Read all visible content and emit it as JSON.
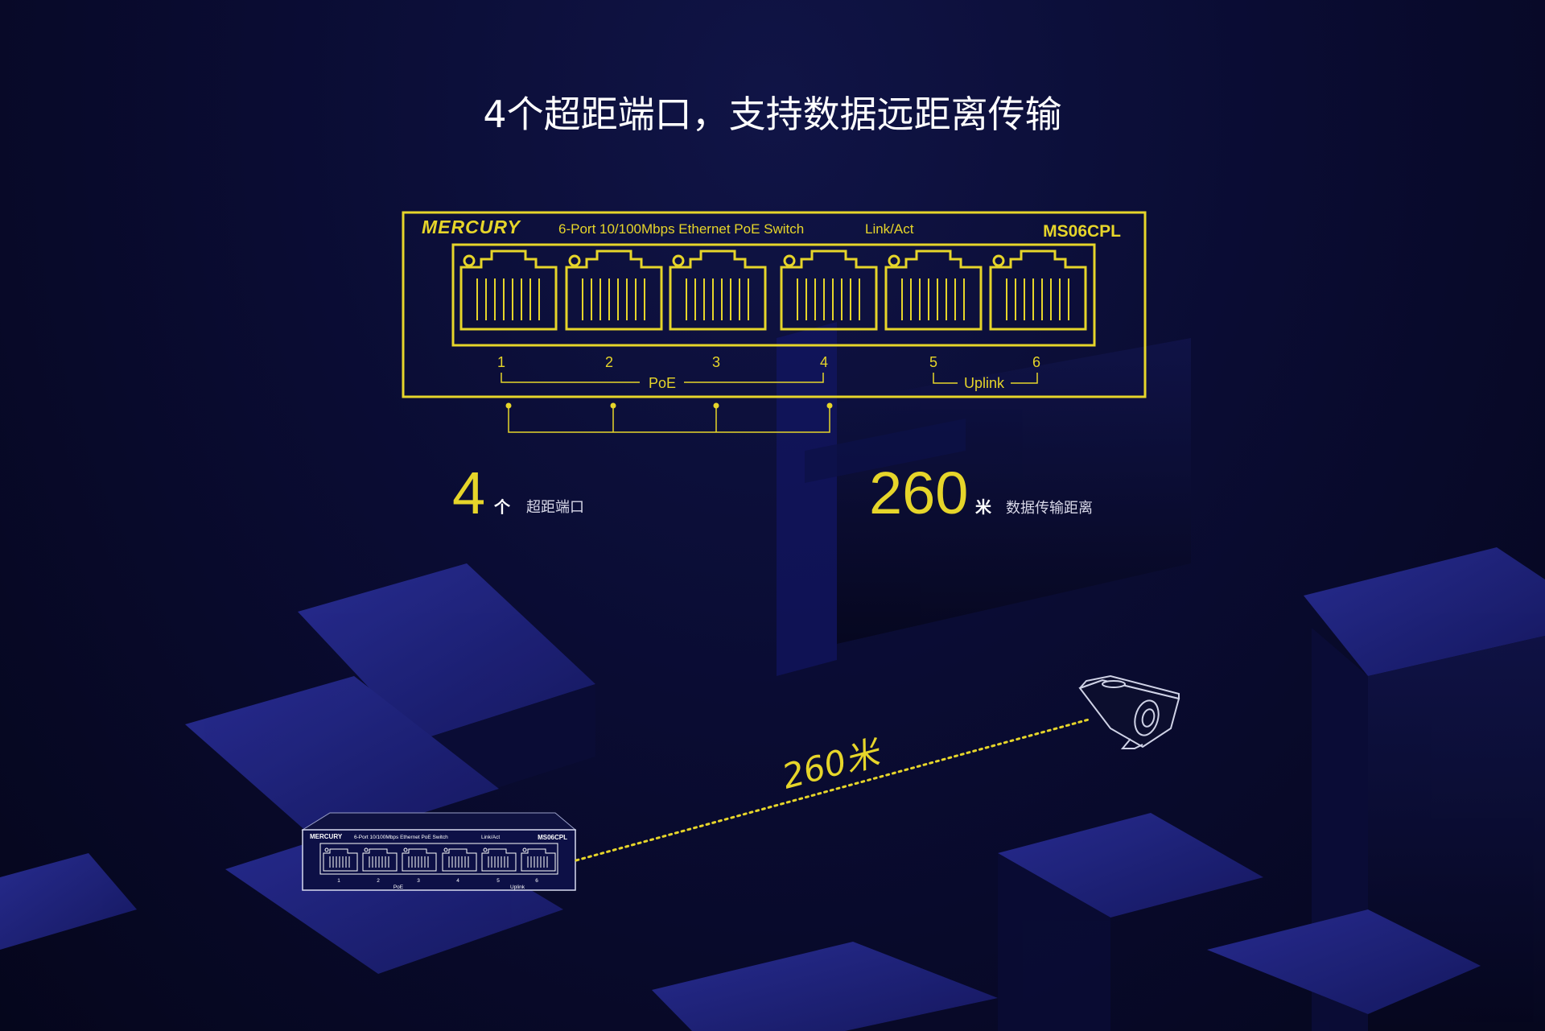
{
  "headline": "4个超距端口，支持数据远距离传输",
  "colors": {
    "accent": "#e6d52a",
    "background": "#0a0c33",
    "text": "#ffffff"
  },
  "switch_panel": {
    "brand": "MERCURY",
    "description": "6-Port 10/100Mbps Ethernet PoE Switch",
    "indicator_label": "Link/Act",
    "model": "MS06CPL",
    "ports": [
      "1",
      "2",
      "3",
      "4",
      "5",
      "6"
    ],
    "poe_label": "PoE",
    "uplink_label": "Uplink"
  },
  "stats": [
    {
      "value": "4",
      "unit": "个",
      "label": "超距端口"
    },
    {
      "value": "260",
      "unit": "米",
      "label": "数据传输距离"
    }
  ],
  "distance_label": "260米",
  "icons": [
    "switch-device",
    "ip-camera"
  ]
}
